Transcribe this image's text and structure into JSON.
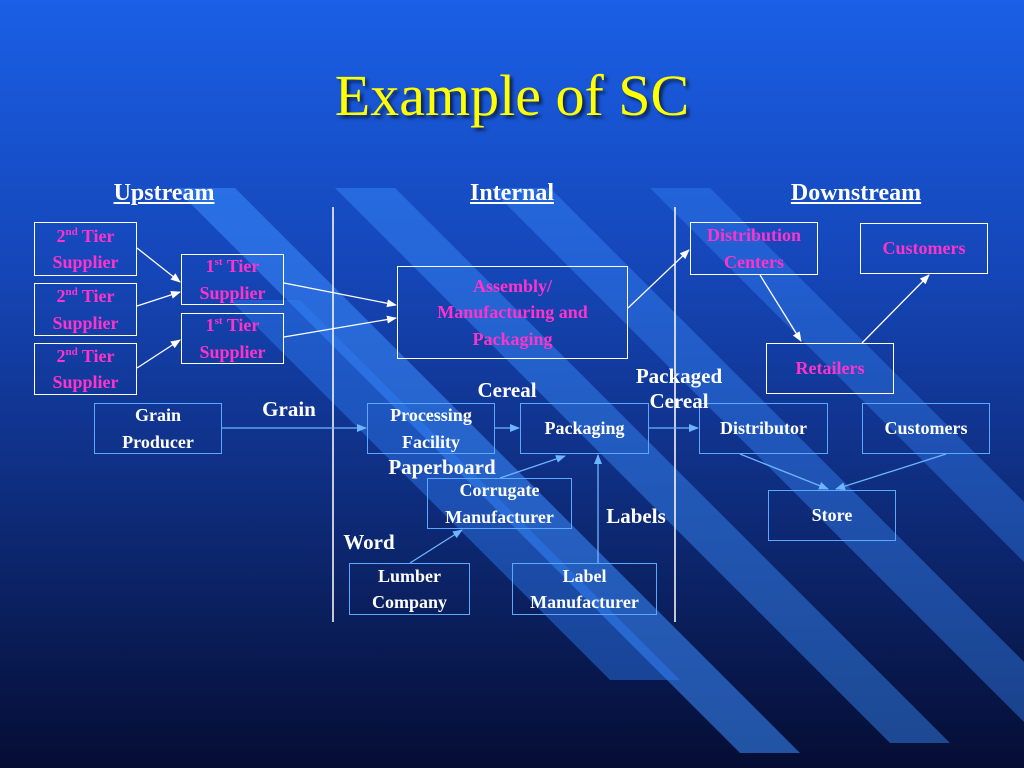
{
  "title": "Example of SC",
  "sections": {
    "upstream": "Upstream",
    "internal": "Internal",
    "downstream": "Downstream"
  },
  "top_flow": {
    "tier2_a": {
      "num": "2",
      "sup": "nd",
      "rest": " Tier",
      "line2": "Supplier"
    },
    "tier2_b": {
      "num": "2",
      "sup": "nd",
      "rest": " Tier",
      "line2": "Supplier"
    },
    "tier2_c": {
      "num": "2",
      "sup": "nd",
      "rest": " Tier",
      "line2": "Supplier"
    },
    "tier1_a": {
      "num": "1",
      "sup": "st",
      "rest": " Tier",
      "line2": "Supplier"
    },
    "tier1_b": {
      "num": "1",
      "sup": "st",
      "rest": " Tier",
      "line2": "Supplier"
    },
    "assembly": {
      "line1": "Assembly/",
      "line2": "Manufacturing and",
      "line3": "Packaging"
    },
    "distribution": {
      "line1": "Distribution",
      "line2": "Centers"
    },
    "customers": "Customers",
    "retailers": "Retailers"
  },
  "bottom_flow": {
    "grain_producer": {
      "line1": "Grain",
      "line2": "Producer"
    },
    "processing": {
      "line1": "Processing",
      "line2": "Facility"
    },
    "packaging": "Packaging",
    "distributor": "Distributor",
    "customers": "Customers",
    "store": "Store",
    "corrugate": {
      "line1": "Corrugate",
      "line2": "Manufacturer"
    },
    "lumber": {
      "line1": "Lumber",
      "line2": "Company"
    },
    "label_mfr": {
      "line1": "Label",
      "line2": "Manufacturer"
    }
  },
  "flow_labels": {
    "grain": "Grain",
    "cereal": "Cereal",
    "packaged_cereal_1": "Packaged",
    "packaged_cereal_2": "Cereal",
    "paperboard": "Paperboard",
    "labels": "Labels",
    "word": "Word"
  },
  "colors": {
    "title": "#ffff00",
    "top_box_text": "#ff33cc",
    "bottom_box_text": "#ffffff",
    "box_border": "#ffffff",
    "bottom_box_border": "#5aa8ff",
    "bottom_arrow": "#6fb4ff"
  }
}
